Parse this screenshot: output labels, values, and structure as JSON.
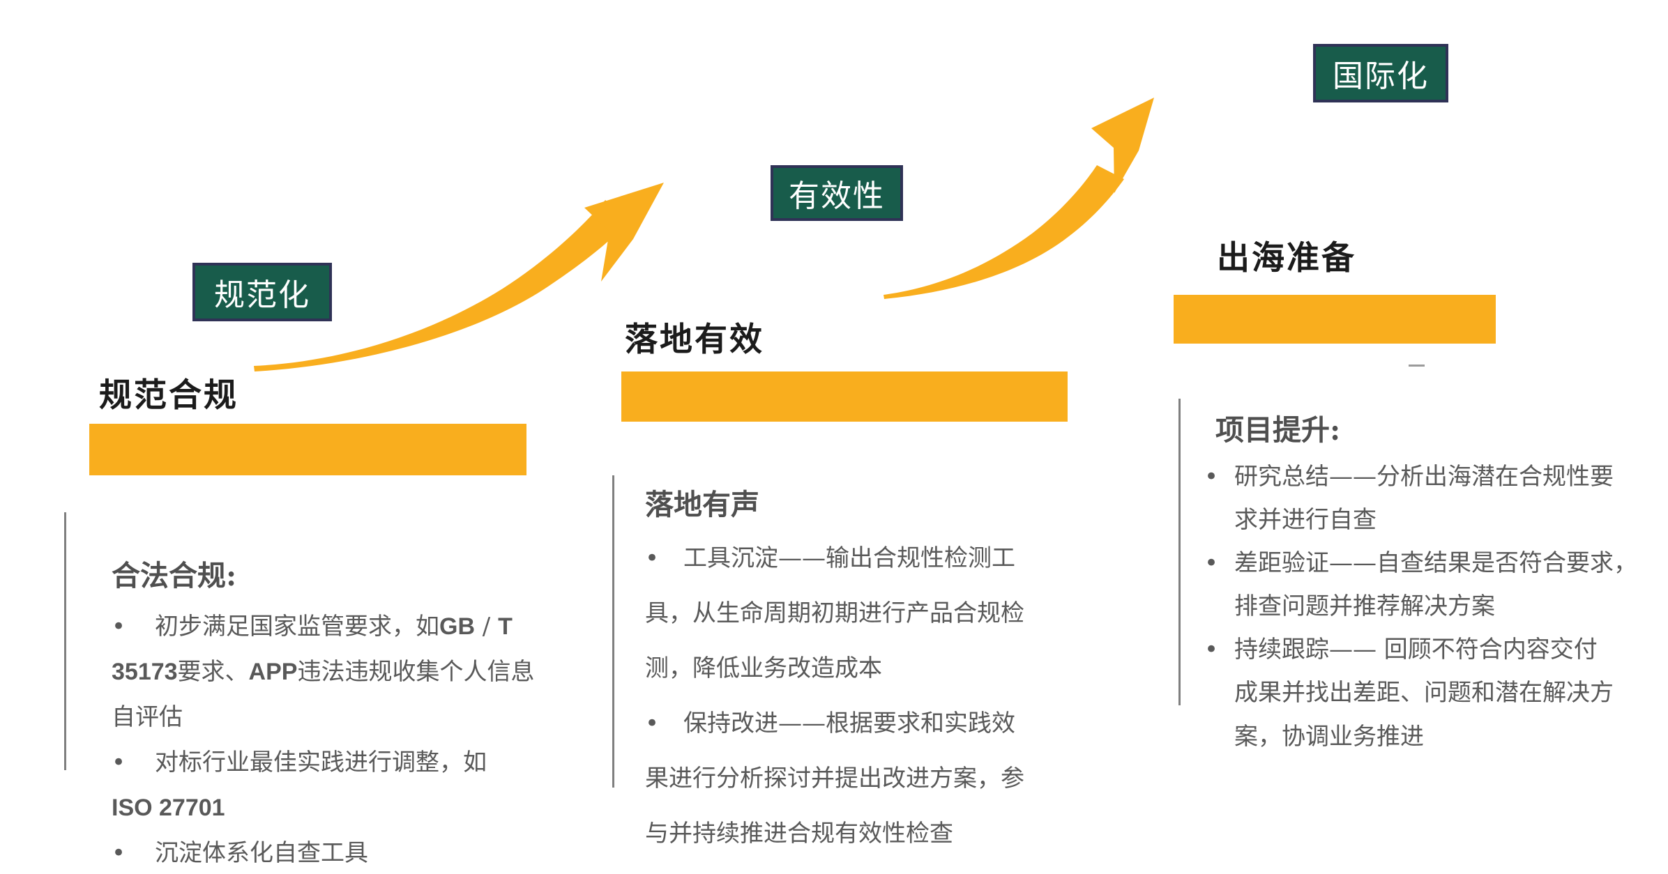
{
  "colors": {
    "orange": "#F9AE1E",
    "badge_green": "#185C4B",
    "badge_border": "#2F3256",
    "body_gray": "#595959",
    "heading_black": "#1B1B1B",
    "divider_gray": "#7F7F7F"
  },
  "stages": [
    {
      "badge": "规范化",
      "title": "规范合规",
      "list_title": "合法合规:",
      "lines": [
        {
          "bullet": true,
          "segments": [
            {
              "t": "初步满足国家监管要求，如"
            },
            {
              "t": "GB",
              "b": true
            },
            {
              "t": " / "
            },
            {
              "t": "T",
              "b": true
            }
          ]
        },
        {
          "bullet": false,
          "segments": [
            {
              "t": "35173",
              "b": true
            },
            {
              "t": "要求、"
            },
            {
              "t": "APP",
              "b": true
            },
            {
              "t": "违法违规收集个人信息"
            }
          ]
        },
        {
          "bullet": false,
          "segments": [
            {
              "t": "自评估"
            }
          ]
        },
        {
          "bullet": true,
          "segments": [
            {
              "t": "对标行业最佳实践进行调整，如"
            }
          ]
        },
        {
          "bullet": false,
          "segments": [
            {
              "t": "ISO 27701",
              "b": true
            }
          ]
        },
        {
          "bullet": true,
          "segments": [
            {
              "t": "沉淀体系化自查工具"
            }
          ]
        }
      ]
    },
    {
      "badge": "有效性",
      "title": "落地有效",
      "list_title": "落地有声",
      "lines": [
        {
          "bullet": true,
          "segments": [
            {
              "t": "工具沉淀——输出合规性检测工"
            }
          ]
        },
        {
          "bullet": false,
          "segments": [
            {
              "t": "具，从生命周期初期进行产品合规检"
            }
          ]
        },
        {
          "bullet": false,
          "segments": [
            {
              "t": "测，降低业务改造成本"
            }
          ]
        },
        {
          "bullet": true,
          "segments": [
            {
              "t": "保持改进——根据要求和实践效"
            }
          ]
        },
        {
          "bullet": false,
          "segments": [
            {
              "t": "果进行分析探讨并提出改进方案，参"
            }
          ]
        },
        {
          "bullet": false,
          "segments": [
            {
              "t": "与并持续推进合规有效性检查"
            }
          ]
        }
      ]
    },
    {
      "badge": "国际化",
      "title": "出海准备",
      "list_title": "项目提升:",
      "lines": [
        {
          "bullet": true,
          "segments": [
            {
              "t": "研究总结——分析出海潜在合规性要"
            }
          ]
        },
        {
          "bullet": false,
          "indent": true,
          "segments": [
            {
              "t": "求并进行自查"
            }
          ]
        },
        {
          "bullet": true,
          "segments": [
            {
              "t": "差距验证——自查结果是否符合要求，"
            }
          ]
        },
        {
          "bullet": false,
          "indent": true,
          "segments": [
            {
              "t": "排查问题并推荐解决方案"
            }
          ]
        },
        {
          "bullet": true,
          "segments": [
            {
              "t": "持续跟踪—— 回顾不符合内容交付"
            }
          ]
        },
        {
          "bullet": false,
          "indent": true,
          "segments": [
            {
              "t": "成果并找出差距、问题和潜在解决方"
            }
          ]
        },
        {
          "bullet": false,
          "indent": true,
          "segments": [
            {
              "t": "案，协调业务推进"
            }
          ]
        }
      ]
    }
  ]
}
